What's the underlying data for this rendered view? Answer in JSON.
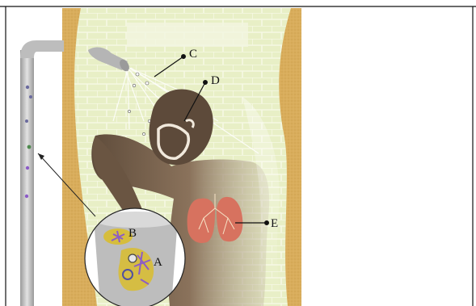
{
  "figure": {
    "labels": {
      "A": "A",
      "B": "B",
      "C": "C",
      "D": "D",
      "E": "E"
    }
  },
  "colors": {
    "wall_tile": "#e8efc6",
    "tile_grout": "#f6f8e4",
    "wall_edge": "#d9ad5c",
    "pipe": "#c7c7c7",
    "skin": "#7d6650",
    "lungs": "#d7725f",
    "biofilm": "#d6bd3c",
    "bacteria": "#8c5cc7"
  }
}
